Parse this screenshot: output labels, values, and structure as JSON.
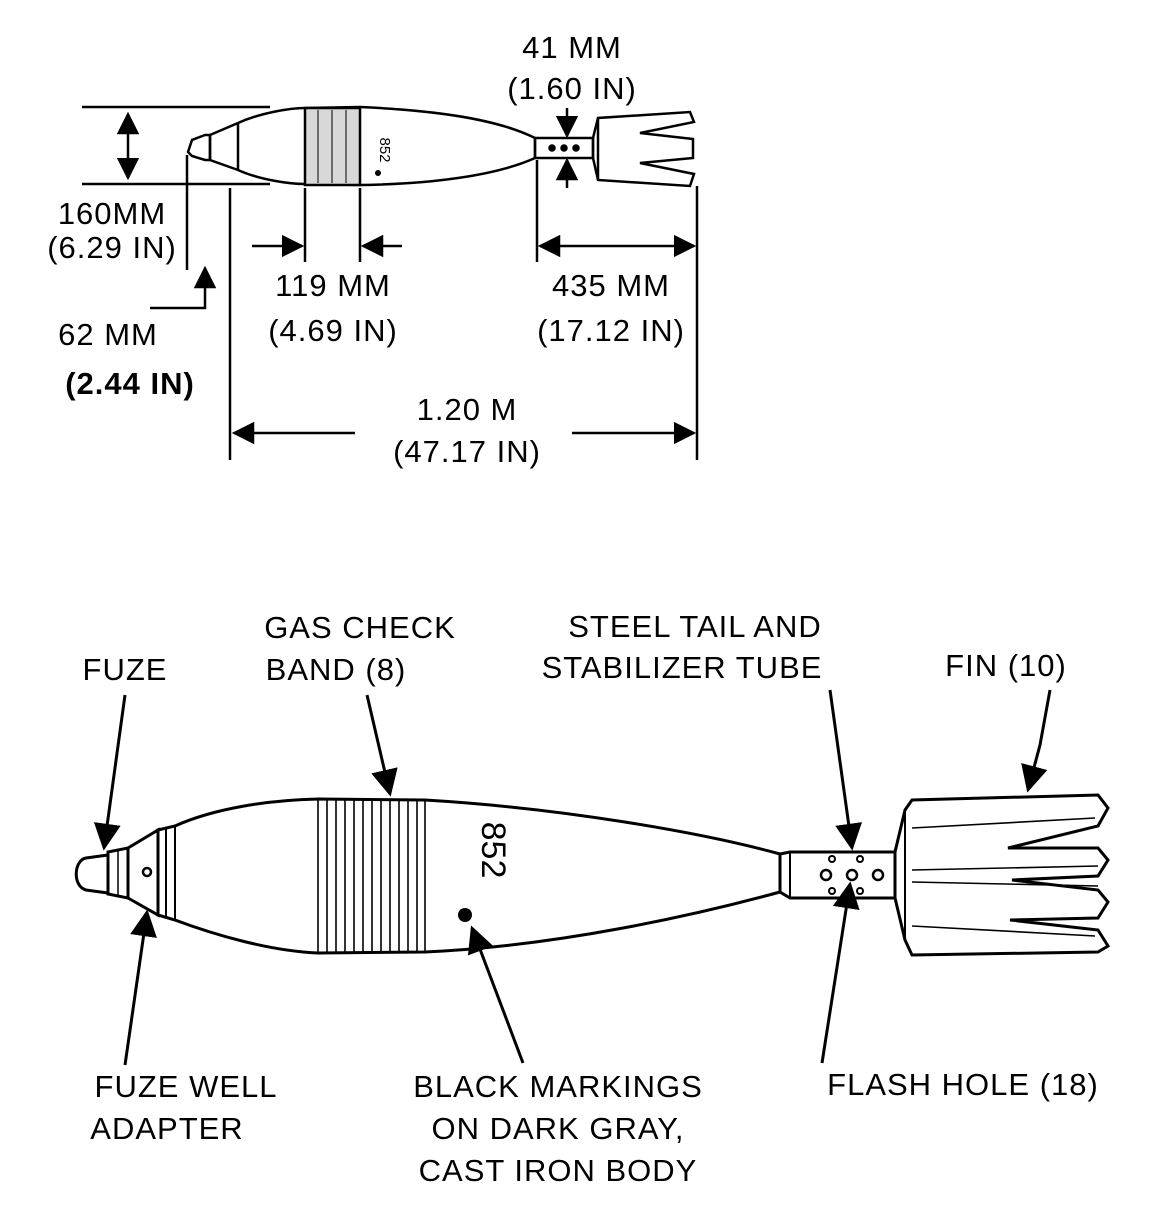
{
  "dimensions": {
    "fin_diameter": {
      "metric": "41 MM",
      "imperial": "(1.60 IN)"
    },
    "body_diameter": {
      "metric": "160MM",
      "imperial": "(6.29 IN)"
    },
    "band_length": {
      "metric": "119 MM",
      "imperial": "(4.69 IN)"
    },
    "tail_length": {
      "metric": "435 MM",
      "imperial": "(17.12 IN)"
    },
    "fuze_length": {
      "metric": "62 MM",
      "imperial": "(2.44 IN)"
    },
    "overall_length": {
      "metric": "1.20 M",
      "imperial": "(47.17 IN)"
    }
  },
  "body_marking": "852",
  "labels": {
    "fuze": "FUZE",
    "gas_check_band": [
      "GAS CHECK",
      "BAND (8)"
    ],
    "steel_tail": [
      "STEEL TAIL AND",
      "STABILIZER TUBE"
    ],
    "fin": "FIN (10)",
    "fuze_well_adapter": [
      "FUZE WELL",
      "ADAPTER"
    ],
    "black_markings": [
      "BLACK MARKINGS",
      "ON DARK GRAY,",
      "CAST IRON BODY"
    ],
    "flash_hole": "FLASH HOLE (18)"
  }
}
